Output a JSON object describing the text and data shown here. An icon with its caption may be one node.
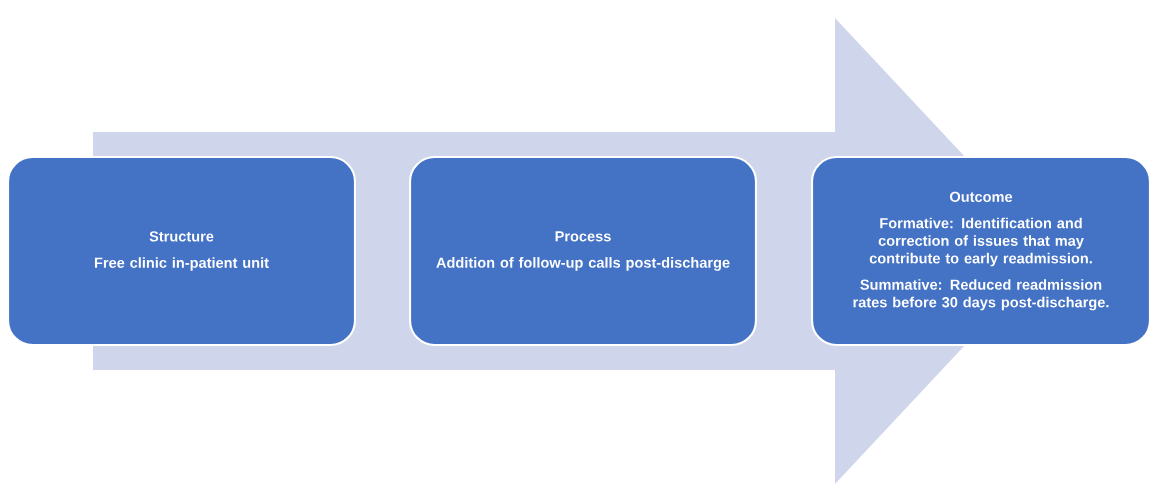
{
  "diagram": {
    "nodes": [
      {
        "text": [
          "Structure",
          "Free clinic in-patient unit"
        ]
      },
      {
        "text": [
          "Process",
          "Addition of follow-up calls post-discharge"
        ]
      },
      {
        "text": [
          "Outcome",
          "Formative: Identification and correction of issues that may contribute to early readmission.",
          "Summative: Reduced readmission rates before 30 days post-discharge."
        ]
      }
    ],
    "edges": [
      {
        "from": 0,
        "to": 2,
        "arrow": "to"
      }
    ]
  }
}
